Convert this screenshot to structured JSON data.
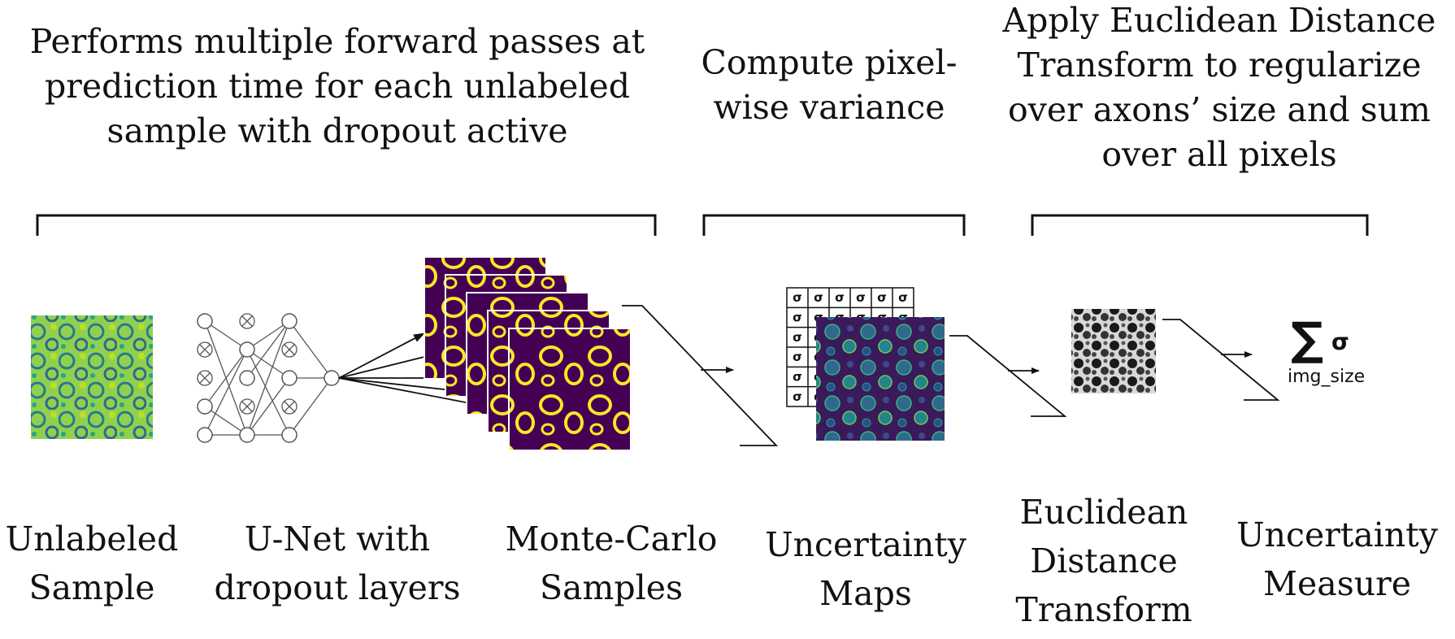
{
  "captions": {
    "forward_passes": [
      "Performs multiple forward passes at",
      "prediction time for each unlabeled",
      "sample with dropout active"
    ],
    "variance": [
      "Compute pixel-",
      "wise variance"
    ],
    "edt": [
      "Apply Euclidean Distance",
      "Transform to regularize",
      "over axons’ size and sum",
      "over all pixels"
    ]
  },
  "labels": {
    "unlabeled": [
      "Unlabeled",
      "Sample"
    ],
    "unet": [
      "U-Net with",
      "dropout layers"
    ],
    "mc": [
      "Monte-Carlo",
      "Samples"
    ],
    "uncertainty_maps": [
      "Uncertainty",
      "Maps"
    ],
    "edt": [
      "Euclidean",
      "Distance",
      "Transform"
    ],
    "measure": [
      "Uncertainty",
      "Measure"
    ]
  },
  "formula": {
    "sum": "∑",
    "sigma": "σ",
    "denominator": "img_size"
  },
  "sigma_cell": "σ",
  "colors": {
    "viridis_dark": "#440154",
    "viridis_yellow": "#fde725",
    "viridis_green": "#7ad151",
    "viridis_teal": "#21918c"
  }
}
